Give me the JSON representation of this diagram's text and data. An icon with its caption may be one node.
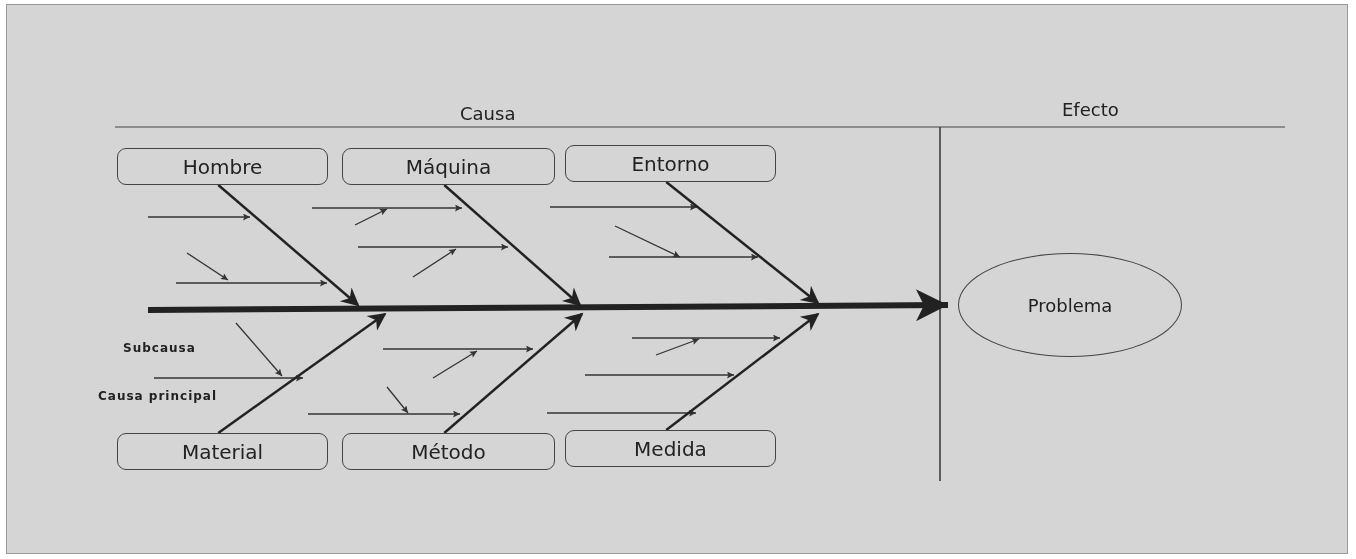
{
  "diagram": {
    "nodes": [
      {
        "text": [
          "Hombre"
        ]
      },
      {
        "text": [
          "Máquina"
        ]
      },
      {
        "text": [
          "Entorno"
        ]
      },
      {
        "text": [
          "Material"
        ]
      },
      {
        "text": [
          "Método"
        ]
      },
      {
        "text": [
          "Medida"
        ]
      },
      {
        "text": [
          "Problema"
        ]
      }
    ],
    "edges": [
      {
        "from": 0,
        "to": null,
        "arrow": "to"
      },
      {
        "from": 1,
        "to": null,
        "arrow": "to"
      },
      {
        "from": 2,
        "to": null,
        "arrow": "to"
      },
      {
        "from": 3,
        "to": null,
        "arrow": "to"
      },
      {
        "from": 4,
        "to": null,
        "arrow": "to"
      },
      {
        "from": 5,
        "to": null,
        "arrow": "to"
      },
      {
        "from": null,
        "to": 6,
        "arrow": "to",
        "style": "thick"
      }
    ],
    "labels": [
      "Causa",
      "Efecto",
      "Subcausa",
      "Causa principal"
    ]
  }
}
